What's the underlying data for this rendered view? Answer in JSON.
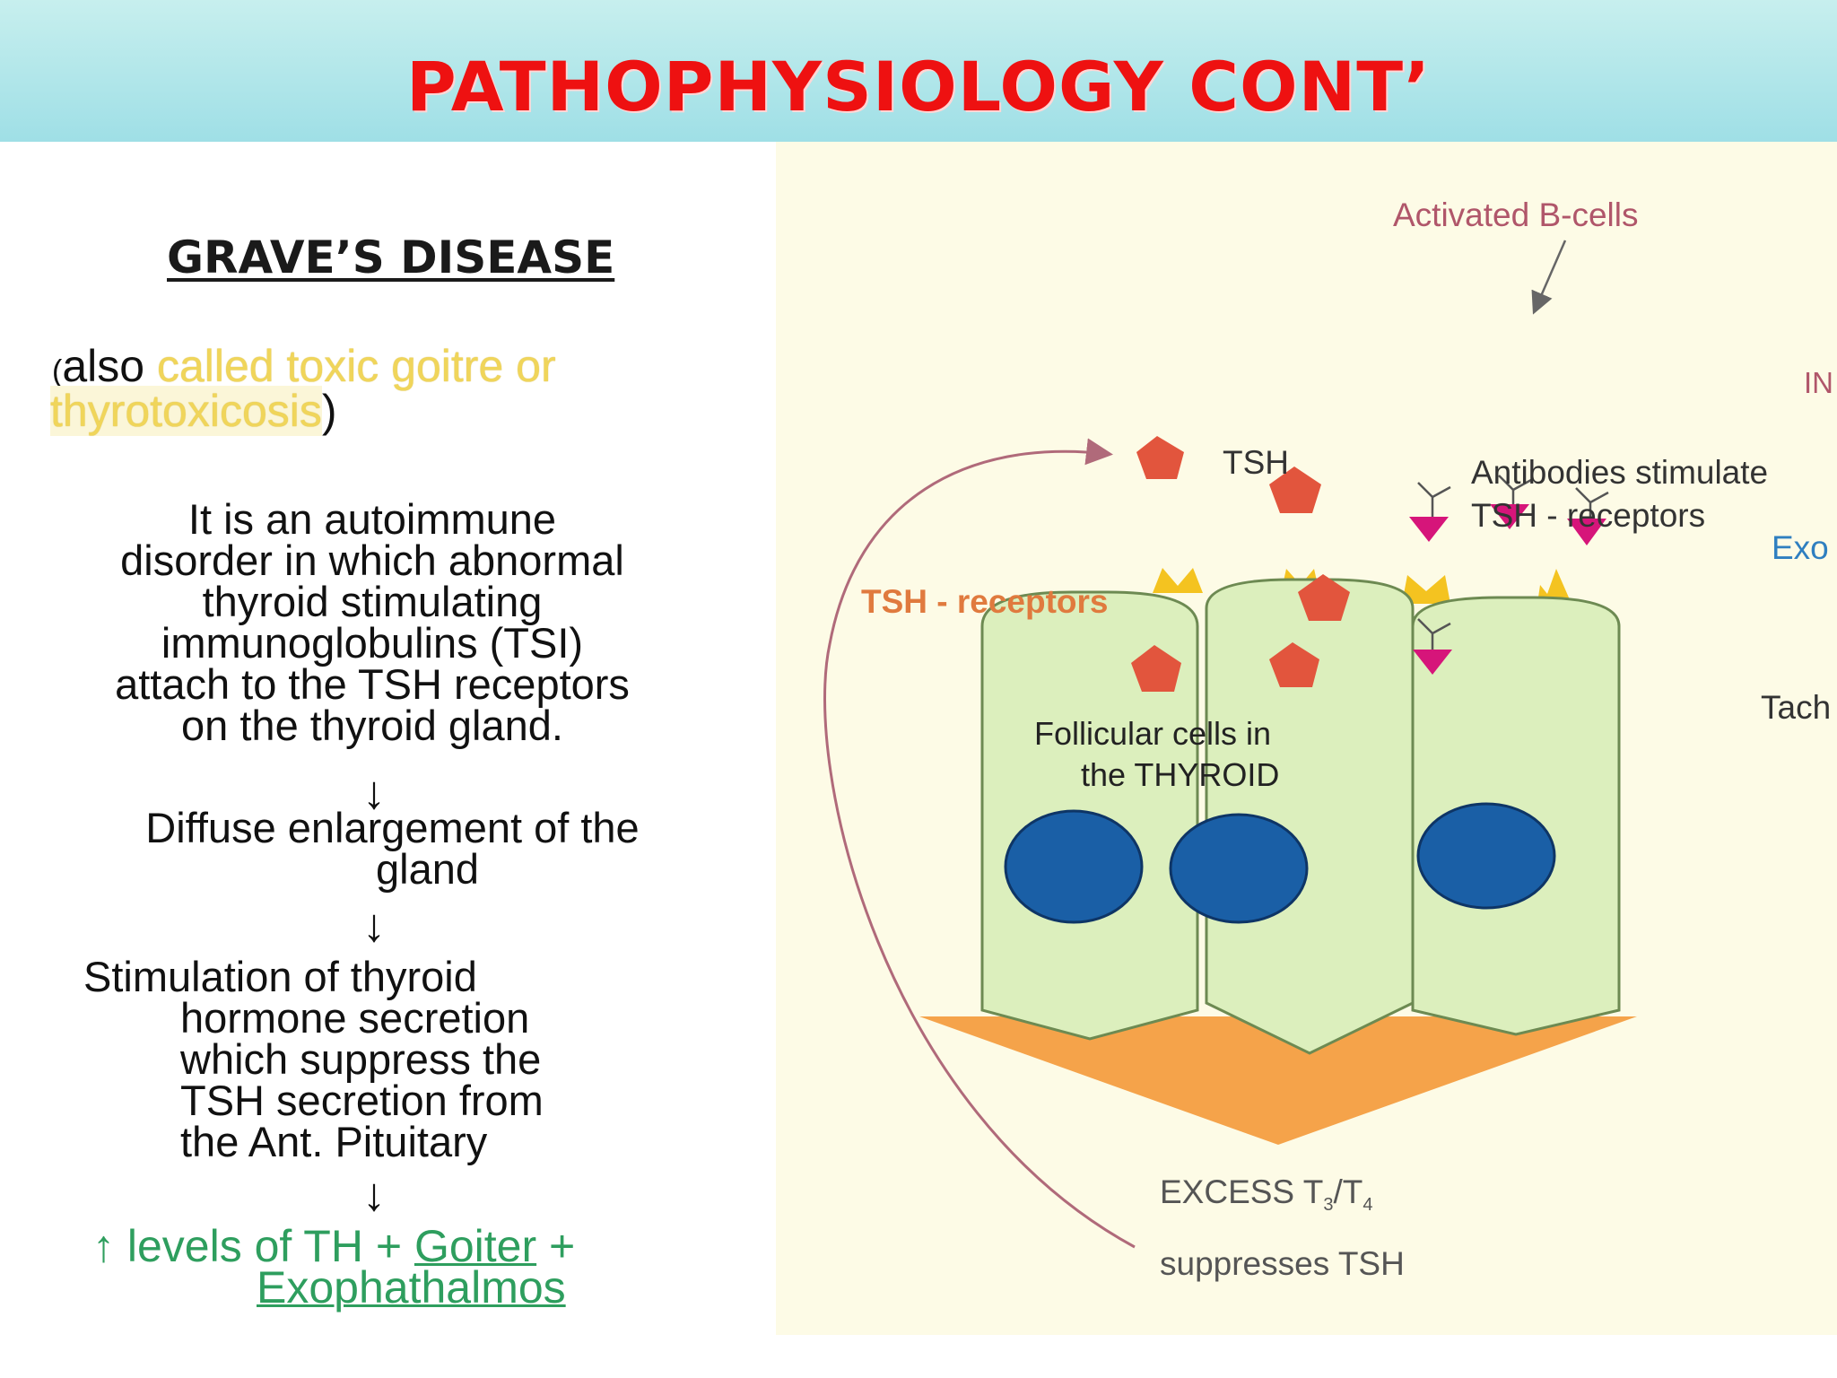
{
  "slide": {
    "title": "PATHOPHYSIOLOGY CONT’"
  },
  "left": {
    "heading": "GRAVE’S DISEASE",
    "alias_open": "(",
    "alias_word": "also ",
    "alias_hl_1": "called toxic goitre or",
    "alias_hl_2": "thyrotoxicosis",
    "alias_close": ")",
    "description_lines": [
      "It is an autoimmune",
      "disorder in which abnormal",
      "thyroid stimulating",
      "immunoglobulins (TSI)",
      "attach to the TSH receptors",
      "on the thyroid gland."
    ],
    "arrow": "↓",
    "step2_lines": [
      "Diffuse enlargement of the",
      "gland"
    ],
    "step3_lines": [
      "Stimulation of thyroid",
      "hormone secretion",
      "which suppress the",
      "TSH secretion from",
      "the Ant. Pituitary"
    ],
    "result_prefix": "↑ levels of TH + ",
    "result_goiter": "Goiter",
    "result_plus": " +",
    "result_exo": "Exophathalmos",
    "result_color": "#2e9e5e",
    "highlight_color": "#f0d55a"
  },
  "diagram": {
    "activated_b_cells": "Activated B-cells",
    "tsh": "TSH",
    "antibodies_1": "Antibodies stimulate",
    "antibodies_2": "TSH - receptors",
    "tsh_receptors": "TSH - receptors",
    "follicular_1": "Follicular  cells in",
    "follicular_2": "the THYROID",
    "excess": "EXCESS  T",
    "excess_sub1": "3",
    "excess_slash": "/T",
    "excess_sub2": "4",
    "suppresses": "suppresses TSH",
    "cut_1": "IN",
    "cut_2": "Exo",
    "cut_3": "Tach",
    "colors": {
      "cell_fill": "#dcefbd",
      "nucleus": "#1a5fa6",
      "tsh": "#e2553d",
      "antibody": "#d6157a",
      "receptor": "#f4c320",
      "arrow": "#f5a34a",
      "label_pink": "#b0566a",
      "label_orange": "#e07a3e"
    }
  }
}
